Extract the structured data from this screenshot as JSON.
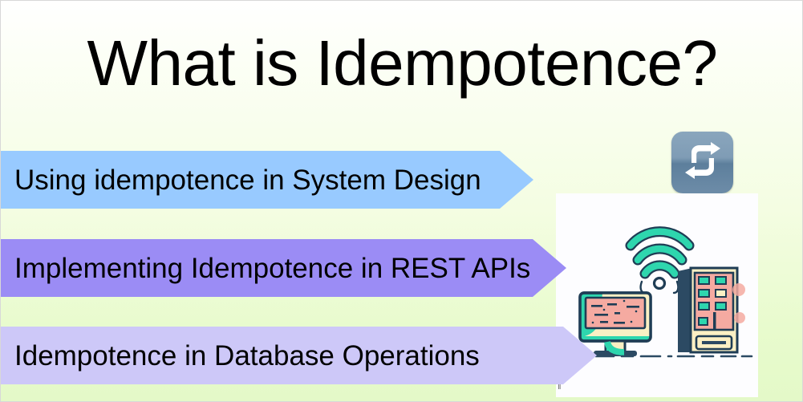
{
  "slide": {
    "title": "What is Idempotence?",
    "background_top": "#ffffff",
    "background_bottom": "#e4f9c8"
  },
  "banners": [
    {
      "label": "Using idempotence in System Design",
      "color": "#98caff",
      "name": "banner-system-design"
    },
    {
      "label": "Implementing Idempotence in REST APIs",
      "color": "#9b8cf5",
      "name": "banner-rest-apis"
    },
    {
      "label": "Idempotence in Database Operations",
      "color": "#cdc8f8",
      "name": "banner-database-operations"
    }
  ],
  "badge": {
    "icon": "repeat-icon",
    "fill": "#ffffff",
    "background": "#6d8ca8"
  },
  "illustration": {
    "name": "computer-server-wifi-illustration",
    "panel_background": "#fdfdff",
    "colors": {
      "outline": "#1f3d55",
      "teal": "#2ed6ae",
      "cream": "#fbf0c4",
      "salmon": "#f5aaa1",
      "navy": "#2c4a63"
    },
    "parts": [
      "wifi-signal-icon",
      "desktop-monitor-icon",
      "server-tower-icon",
      "ground-line"
    ]
  },
  "watermark": {
    "text": "‖"
  }
}
